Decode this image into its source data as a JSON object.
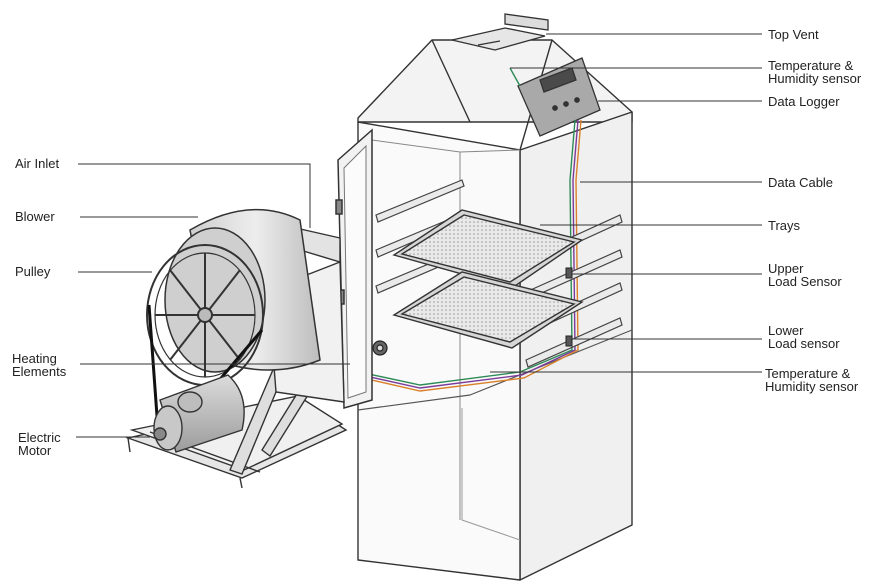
{
  "diagram": {
    "labels_left": {
      "air_inlet": [
        "Air Inlet"
      ],
      "blower": [
        "Blower"
      ],
      "pulley": [
        "Pulley"
      ],
      "heating_elements": [
        "Heating",
        "Elements"
      ],
      "electric_motor": [
        "Electric",
        "Motor"
      ]
    },
    "labels_right": {
      "top_vent": [
        "Top Vent"
      ],
      "temp_humidity_top": [
        "Temperature &",
        "Humidity sensor"
      ],
      "data_logger": [
        "Data Logger"
      ],
      "data_cable": [
        "Data Cable"
      ],
      "trays": [
        "Trays"
      ],
      "upper_load_sensor": [
        "Upper",
        "Load Sensor"
      ],
      "lower_load_sensor": [
        "Lower",
        "Load sensor"
      ],
      "temp_humidity_bottom": [
        "Temperature &",
        "Humidity sensor"
      ]
    },
    "colors": {
      "line": "#333333",
      "frame_fill": "#f4f4f4",
      "cable_green": "#2e8b57",
      "cable_purple": "#7a3b9a",
      "cable_orange": "#d9822b",
      "display": "#444444"
    }
  }
}
